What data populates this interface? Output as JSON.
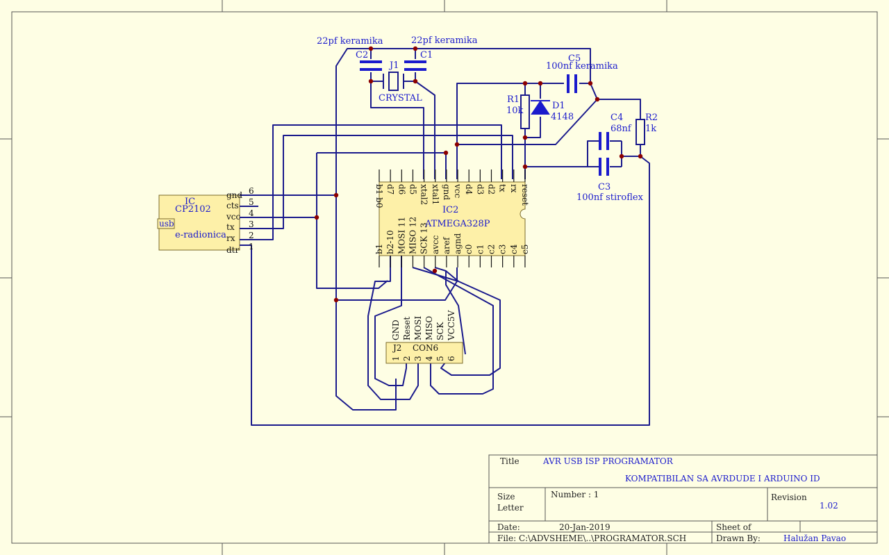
{
  "colors": {
    "background": "#fefee4",
    "wire": "#1a1a8c",
    "component": "#1a1acc",
    "junction": "#8b0000",
    "chip_fill": "#fdf0a8",
    "frame": "#555555"
  },
  "components": {
    "c2": {
      "ref": "C2",
      "value": "22pf keramika"
    },
    "c1": {
      "ref": "C1",
      "value": "22pf keramika"
    },
    "j1": {
      "ref": "J1",
      "value": "CRYSTAL"
    },
    "c5": {
      "ref": "C5",
      "value": "100nf keramika"
    },
    "r1": {
      "ref": "R1",
      "value": "10k"
    },
    "d1": {
      "ref": "D1",
      "value": "4148"
    },
    "r2": {
      "ref": "R2",
      "value": "1k"
    },
    "c4": {
      "ref": "C4",
      "value": "68nf"
    },
    "c3": {
      "ref": "C3",
      "value": "100nf stiroflex"
    }
  },
  "ic1": {
    "ref": "IC",
    "part": "CP2102",
    "desc": "e-radionica",
    "port": "usb",
    "pins": [
      {
        "name": "gnd",
        "num": "6"
      },
      {
        "name": "cts",
        "num": "5"
      },
      {
        "name": "vcc",
        "num": "4"
      },
      {
        "name": "tx",
        "num": "3"
      },
      {
        "name": "rx",
        "num": "2"
      },
      {
        "name": "dtr",
        "num": "1"
      }
    ]
  },
  "ic2": {
    "ref": "IC2",
    "part": "ATMEGA328P",
    "top_pins": [
      "b1 b0",
      "d7",
      "d6",
      "d5",
      "xtal2",
      "xtal1",
      "gnd",
      "vcc",
      "d4",
      "d3",
      "d2",
      "tx",
      "rx",
      "reset"
    ],
    "bottom_pins": [
      "b1",
      "b2-10",
      "MOSI 11",
      "MISO 12",
      "SCK 13",
      "avcc",
      "aref",
      "agnd",
      "c0",
      "c1",
      "c2",
      "c3",
      "c4",
      "c5"
    ]
  },
  "j2": {
    "ref": "J2",
    "part": "CON6",
    "pin_labels": [
      "GND",
      "Reset",
      "MOSI",
      "MISO",
      "SCK",
      "VCC5V"
    ],
    "pin_numbers": [
      "1",
      "2",
      "3",
      "4",
      "5",
      "6"
    ]
  },
  "title_block": {
    "title_label": "Title",
    "title_line1": "AVR USB ISP PROGRAMATOR",
    "title_line2": "KOMPATIBILAN SA AVRDUDE I ARDUINO ID",
    "size_label_1": "Size",
    "size_label_2": "Letter",
    "number_label": "Number : 1",
    "revision_label": "Revision",
    "revision": "1.02",
    "date_label": "Date:",
    "date": "20-Jan-2019",
    "sheet_label": "Sheet of",
    "file_label": "File: C:\\ADVSHEME\\..\\PROGRAMATOR.SCH",
    "drawn_label": "Drawn By:",
    "drawn_by": "Halužan Pavao"
  }
}
